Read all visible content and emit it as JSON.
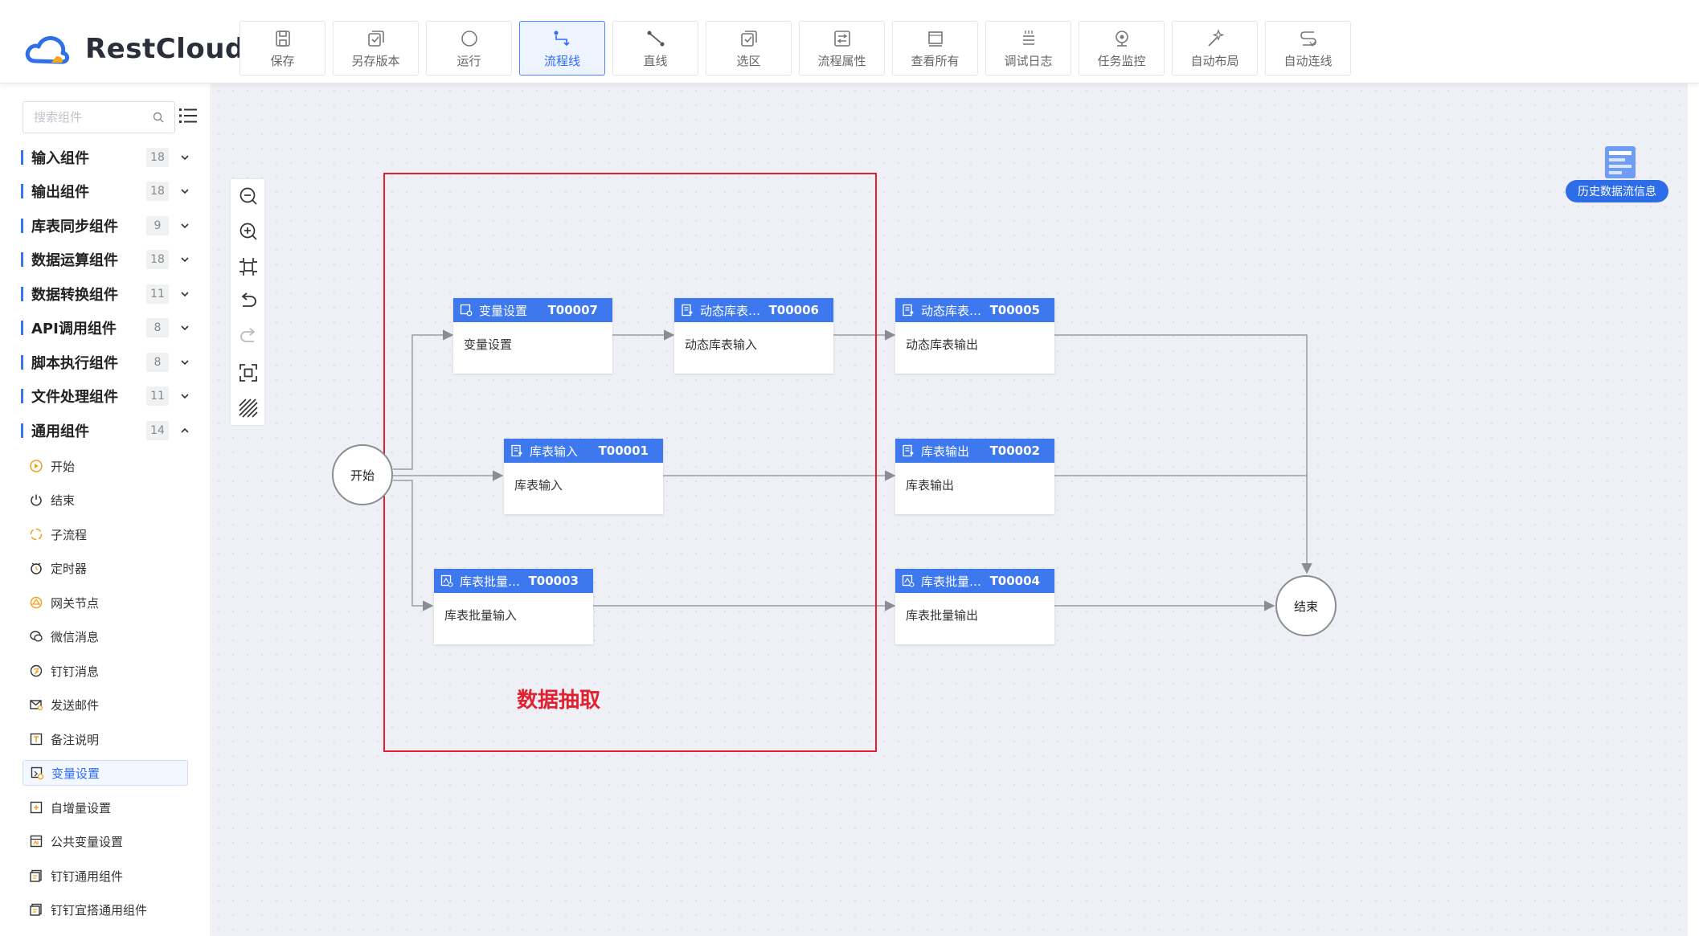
{
  "app": {
    "brand": "RestCloud"
  },
  "toolbar": {
    "save": "保存",
    "save_as": "另存版本",
    "run": "运行",
    "flow_line": "流程线",
    "straight_line": "直线",
    "select_area": "选区",
    "flow_props": "流程属性",
    "view_all": "查看所有",
    "debug_log": "调试日志",
    "task_monitor": "任务监控",
    "auto_layout": "自动布局",
    "auto_connect": "自动连线"
  },
  "sidebar": {
    "search_placeholder": "搜索组件",
    "categories": [
      {
        "label": "输入组件",
        "count": "18"
      },
      {
        "label": "输出组件",
        "count": "18"
      },
      {
        "label": "库表同步组件",
        "count": "9"
      },
      {
        "label": "数据运算组件",
        "count": "18"
      },
      {
        "label": "数据转换组件",
        "count": "11"
      },
      {
        "label": "API调用组件",
        "count": "8"
      },
      {
        "label": "脚本执行组件",
        "count": "8"
      },
      {
        "label": "文件处理组件",
        "count": "11"
      },
      {
        "label": "通用组件",
        "count": "14"
      }
    ],
    "items": [
      {
        "label": "开始",
        "icon": "play-circle-icon"
      },
      {
        "label": "结束",
        "icon": "power-icon"
      },
      {
        "label": "子流程",
        "icon": "subflow-icon"
      },
      {
        "label": "定时器",
        "icon": "timer-icon"
      },
      {
        "label": "网关节点",
        "icon": "gateway-icon"
      },
      {
        "label": "微信消息",
        "icon": "wechat-icon"
      },
      {
        "label": "钉钉消息",
        "icon": "dingtalk-icon"
      },
      {
        "label": "发送邮件",
        "icon": "mail-icon"
      },
      {
        "label": "备注说明",
        "icon": "note-icon"
      },
      {
        "label": "变量设置",
        "icon": "variable-icon"
      },
      {
        "label": "自增量设置",
        "icon": "increment-icon"
      },
      {
        "label": "公共变量设置",
        "icon": "public-variable-icon"
      },
      {
        "label": "钉钉通用组件",
        "icon": "dingtalk-generic-icon"
      },
      {
        "label": "钉钉宜搭通用组件",
        "icon": "dingtalk-yida-icon"
      }
    ]
  },
  "canvas": {
    "start_label": "开始",
    "end_label": "结束",
    "annotation_label": "数据抽取",
    "history_label": "历史数据流信息",
    "nodes": [
      {
        "title": "变量设置",
        "id": "T00007",
        "body": "变量设置"
      },
      {
        "title": "动态库表…",
        "id": "T00006",
        "body": "动态库表输入"
      },
      {
        "title": "动态库表…",
        "id": "T00005",
        "body": "动态库表输出"
      },
      {
        "title": "库表输入",
        "id": "T00001",
        "body": "库表输入"
      },
      {
        "title": "库表输出",
        "id": "T00002",
        "body": "库表输出"
      },
      {
        "title": "库表批量…",
        "id": "T00003",
        "body": "库表批量输入"
      },
      {
        "title": "库表批量…",
        "id": "T00004",
        "body": "库表批量输出"
      }
    ]
  },
  "colors": {
    "accent": "#3d78ee",
    "annotation": "#e0212f",
    "brand_dark": "#2a2f3a"
  }
}
